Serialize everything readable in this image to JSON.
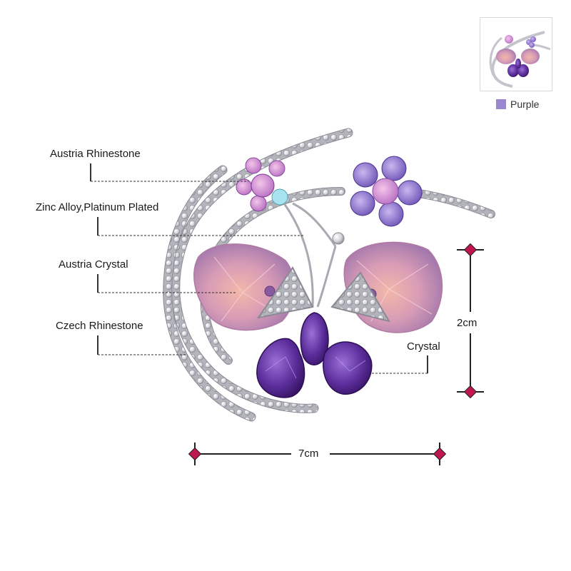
{
  "labels": {
    "austria_rhinestone": "Austria Rhinestone",
    "zinc_alloy": "Zinc Alloy,Platinum Plated",
    "austria_crystal": "Austria Crystal",
    "czech_rhinestone": "Czech Rhinestone",
    "crystal": "Crystal"
  },
  "dimensions": {
    "height": "2cm",
    "width": "7cm"
  },
  "color_option": {
    "name": "Purple",
    "color": "#9b86d0"
  },
  "colors": {
    "amethyst": "#5a2d9a",
    "rose_crystal": "#d59aae",
    "marker": "#c0164f",
    "rhinestone": "#cfcfd4",
    "metal": "#b8b8c0"
  }
}
